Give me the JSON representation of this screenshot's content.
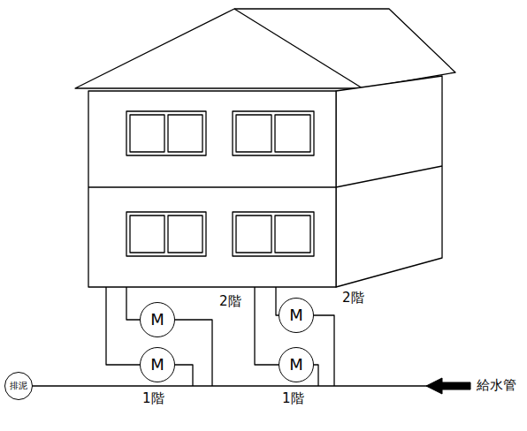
{
  "diagram": {
    "nodes": [
      {
        "text": [
          "M"
        ]
      },
      {
        "text": [
          "M"
        ]
      },
      {
        "text": [
          "M"
        ]
      },
      {
        "text": [
          "M"
        ]
      },
      {
        "text": [
          "排泥"
        ]
      }
    ],
    "labels": [
      "2階",
      "2階",
      "1階",
      "1階",
      "給水管"
    ]
  }
}
